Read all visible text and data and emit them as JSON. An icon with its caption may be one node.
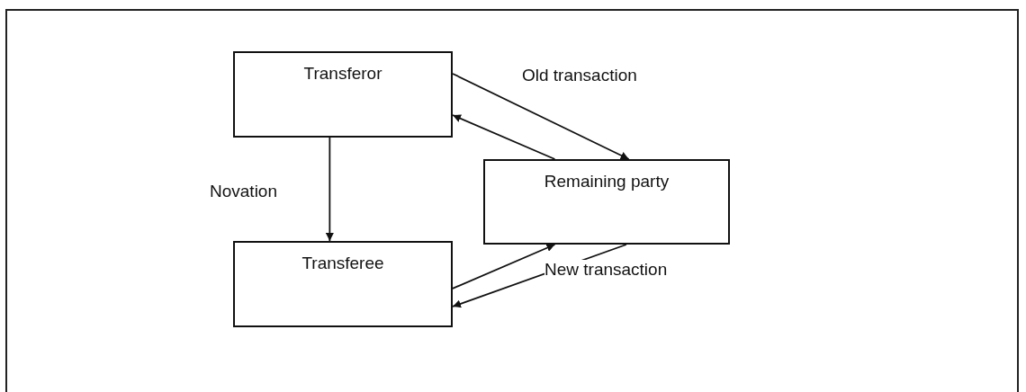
{
  "diagram": {
    "nodes": [
      {
        "text": [
          "Transferor"
        ]
      },
      {
        "text": [
          "Remaining party"
        ]
      },
      {
        "text": [
          "Transferee"
        ]
      }
    ],
    "edges": [
      {
        "from": 0,
        "to": 2,
        "arrow": "to",
        "label": "Novation"
      },
      {
        "from": 0,
        "to": 1,
        "arrow": "to",
        "label": "Old transaction"
      },
      {
        "from": 1,
        "to": 0,
        "arrow": "to"
      },
      {
        "from": 2,
        "to": 1,
        "arrow": "to"
      },
      {
        "from": 1,
        "to": 2,
        "arrow": "to",
        "label": "New transaction"
      }
    ]
  }
}
